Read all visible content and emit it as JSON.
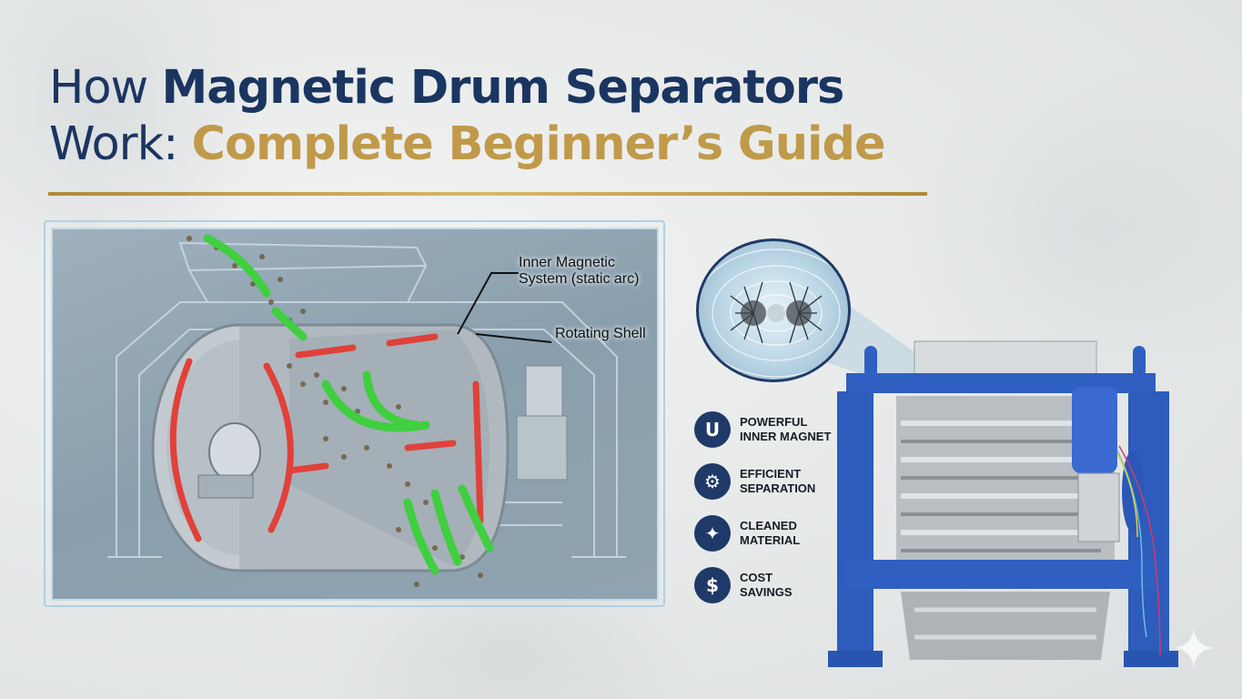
{
  "title": {
    "line1_prefix": "How ",
    "line1_bold": "Magnetic Drum Separators",
    "line2_prefix": "Work: ",
    "line2_bold": "Complete Beginner’s Guide"
  },
  "colors": {
    "navy": "#1b3561",
    "gold": "#c09a4a",
    "icon_bg": "#1f3a68",
    "machine_blue": "#2f5fc0",
    "flow_arrow_green": "#3fcf3f",
    "rotation_arrow_red": "#e0413a"
  },
  "diagram": {
    "labels": {
      "inner_magnetic_system": "Inner Magnetic System (static arc)",
      "rotating_shell": "Rotating Shell"
    }
  },
  "magnifier": {
    "icon": "magnetic-field-icon"
  },
  "features": [
    {
      "icon": "magnet-icon",
      "glyph": "U",
      "label": "POWERFUL\nINNER MAGNET"
    },
    {
      "icon": "gears-icon",
      "glyph": "⚙",
      "label": "EFFICIENT\nSEPARATION"
    },
    {
      "icon": "sparkle-icon",
      "glyph": "✦",
      "label": "CLEANED\nMATERIAL"
    },
    {
      "icon": "dollar-icon",
      "glyph": "$",
      "label": "COST\nSAVINGS"
    }
  ]
}
